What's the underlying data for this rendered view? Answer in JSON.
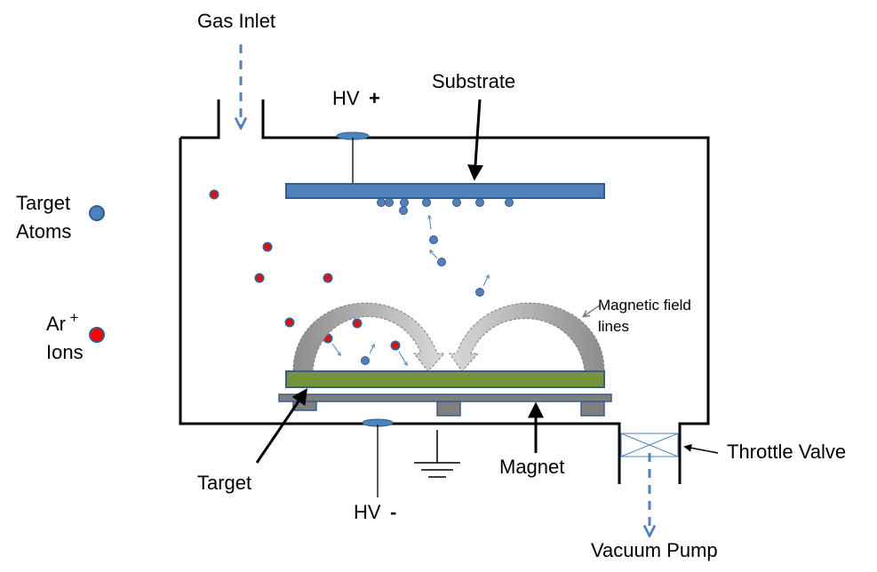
{
  "labels": {
    "gas_inlet": "Gas  Inlet",
    "hv_plus_text": "HV",
    "hv_plus_sign": "+",
    "substrate": "Substrate",
    "target_atoms_line1": "Target",
    "target_atoms_line2": "Atoms",
    "ar_ions_line1": "Ar",
    "ar_ions_sup": "+",
    "ar_ions_line2": "Ions",
    "magnetic_field_line1": "Magnetic field",
    "magnetic_field_line2": "lines",
    "target": "Target",
    "magnet": "Magnet",
    "hv_minus_text": "HV",
    "hv_minus_sign": "-",
    "throttle_valve": "Throttle Valve",
    "vacuum_pump": "Vacuum Pump"
  },
  "colors": {
    "chamber_wall": "#000000",
    "plate_blue": "#4f81bd",
    "plate_blue_border": "#385d8a",
    "target_green": "#77933c",
    "magnet_gray": "#7f7f7f",
    "field_arc_gray": "#a6a6a6",
    "atom_blue": "#4f81bd",
    "ion_red": "#ff0000",
    "flow_arrow_blue": "#4f81bd"
  },
  "icons": {
    "ground": "ground-symbol-icon",
    "throttle_valve": "butterfly-valve-icon"
  }
}
